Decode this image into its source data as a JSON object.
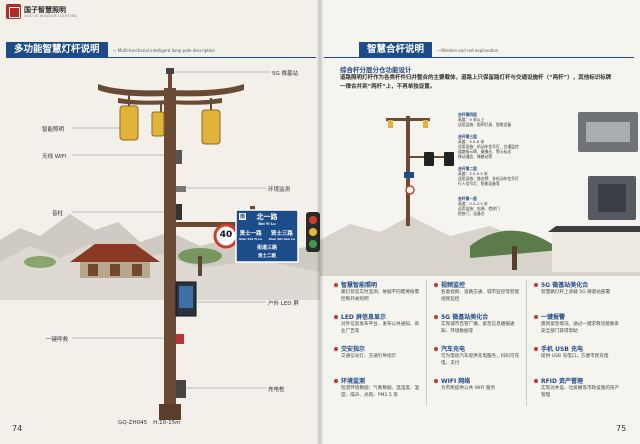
{
  "left_page": {
    "logo_name": "国子智慧照明",
    "logo_sub": "GUO ZI WISDOM LIGHTING",
    "section_title": "多功能智慧灯杆说明",
    "section_sub": "— Multi-functional intelligent lamp pole description",
    "callouts": {
      "antenna": "5G 微基站",
      "light": "智能照明",
      "wifi": "无线 WIFI",
      "sensor": "环境监测",
      "sound": "音柱",
      "screen": "户外 LED 屏",
      "alarm": "一键呼救",
      "charger": "充电桩"
    },
    "sign": {
      "top": "北一路",
      "top_en": "Bei Yi Lu",
      "left": "贤士一路",
      "left_en": "Xian Shi Yi Lu",
      "right": "贤士三路",
      "right_en": "Xian Shi San Lu",
      "center": "街道三路",
      "bottom": "贤士二路",
      "corner": "南"
    },
    "speed_limit": "40",
    "model": "GQ-ZH045",
    "height": "H:10-15m",
    "page_number": "74"
  },
  "right_page": {
    "section_title": "智慧合杆说明",
    "section_sub": "—Wisdom and rod explanation",
    "intro_title": "综合杆分层分仓功能设计",
    "intro_body": "道路照明灯杆作为各类杆件归并整合的主要载体，道路上只保留路灯杆与交通设施杆（“两杆”），其他标识标牌一律合并到“两杆”上，不再单独设置。",
    "specs": [
      {
        "h": "合杆第四层",
        "t": "高度：9 米以上\n适用设施：照明灯具、智能设备"
      },
      {
        "h": "合杆第三层",
        "t": "高度：5.5-8 米\n适用设施：机动车信号灯、交通监控\n道路指示牌、摄像头、警示标志\n移动通信、微基站等"
      },
      {
        "h": "合杆第二层",
        "t": "高度：2.5-5.5 米\n适用设施：路名牌、非机动车信号灯\n行人信号灯、智能设备等"
      },
      {
        "h": "合杆第一层",
        "t": "高度：0.5-2.5 米\n适用设施：电源、检修门\n检修门、设备仓"
      }
    ],
    "features": [
      {
        "title": "智慧智能照明",
        "desc": "路灯状态实时监测，依据不同需要按需控制开关照明"
      },
      {
        "title": "LED 屏信息显示",
        "desc": "对外信息发布平台，发布公共通知、商业广告等"
      },
      {
        "title": "交安指示",
        "desc": "交通信号灯、交通引导指示"
      },
      {
        "title": "环境监测",
        "desc": "检测环境数据：气象数据、温湿度、温度、噪声、光照、PM2.5 等"
      },
      {
        "title": "视频监控",
        "desc": "各类视频、道路交通、城市监控等智能视频监控"
      },
      {
        "title": "5G 微基站美化合",
        "desc": "实现城市百管广播、紧急信息播报通知、环境数据等"
      },
      {
        "title": "汽车充电",
        "desc": "可为电动汽车提供充电服务，扫码可充电、支付"
      },
      {
        "title": "WIFI 网络",
        "desc": "为市民提供公共 WIFI 服务"
      },
      {
        "title": "5G 微基站美化合",
        "desc": "智慧路灯杆上承载 5G 微基站部署"
      },
      {
        "title": "一键报警",
        "desc": "遇到紧急情况，通过一键求救功能联系安全部门获得帮助"
      },
      {
        "title": "手机 USB 充电",
        "desc": "提供 USB 充电口，方便市民充电"
      },
      {
        "title": "RFID 资产管理",
        "desc": "实现对井盖、垃圾桶等市政设施的资产管理"
      }
    ],
    "page_number": "75"
  },
  "colors": {
    "brand_blue": "#1c4c89",
    "pole_brown": "#6b4a33",
    "lamp_yellow": "#e2b33a",
    "accent_red": "#c8372d"
  }
}
